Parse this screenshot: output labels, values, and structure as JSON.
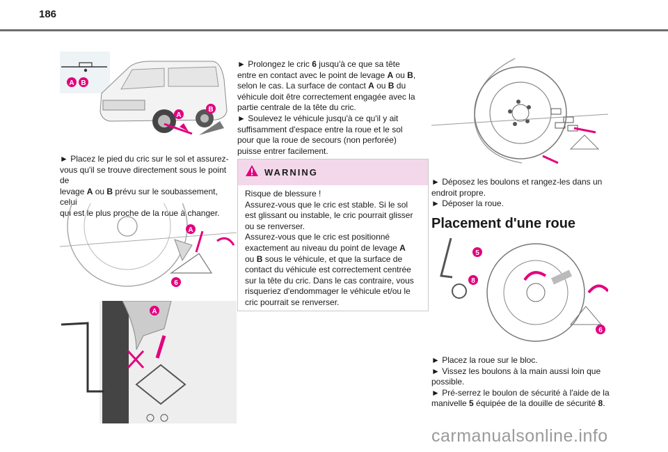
{
  "page": {
    "number": "186"
  },
  "left": {
    "para1": [
      {
        "t": "► Placez le pied du cric sur le sol et assurez-"
      },
      {
        "t": "vous qu'il se trouve directement sous le point de"
      },
      {
        "t": "levage ",
        "b1": "A",
        "m": " ou ",
        "b2": "B",
        "e": " prévu sur le soubassement, celui"
      },
      {
        "t": "qui est le plus proche de la roue à changer."
      }
    ],
    "fig1_labels": {
      "a": "A",
      "b": "B"
    },
    "fig2_labels": {
      "a": "A",
      "six": "6"
    },
    "fig3_labels": {
      "a": "A"
    }
  },
  "middle": {
    "para1": [
      {
        "t": "► Prolongez le cric ",
        "b1": "6",
        "e": " jusqu'à ce que sa tête"
      },
      {
        "t": "entre en contact avec le point de levage ",
        "b1": "A",
        "m": " ou ",
        "b2": "B",
        "e": ","
      },
      {
        "t": "selon le cas. La surface de contact ",
        "b1": "A",
        "m": " ou ",
        "b2": "B",
        "e": " du"
      },
      {
        "t": "véhicule doit être correctement engagée avec la"
      },
      {
        "t": "partie centrale de la tête du cric."
      },
      {
        "t": "► Soulevez le véhicule jusqu'à ce qu'il y ait"
      },
      {
        "t": "suffisamment d'espace entre la roue et le sol"
      },
      {
        "t": "pour que la roue de secours (non perforée)"
      },
      {
        "t": "puisse entrer facilement."
      }
    ],
    "warning": {
      "title": "WARNING",
      "lines": [
        {
          "t": "Risque de blessure !"
        },
        {
          "t": "Assurez-vous que le cric est stable. Si le sol"
        },
        {
          "t": "est glissant ou instable, le cric pourrait glisser"
        },
        {
          "t": "ou se renverser."
        },
        {
          "t": "Assurez-vous que le cric est positionné"
        },
        {
          "t": "exactement au niveau du point de levage ",
          "b1": "A"
        },
        {
          "t": "ou ",
          "b1": "B",
          "e": " sous le véhicule, et que la surface de"
        },
        {
          "t": "contact du véhicule est correctement centrée"
        },
        {
          "t": "sur la tête du cric. Dans le cas contraire, vous"
        },
        {
          "t": "risqueriez d'endommager le véhicule et/ou le"
        },
        {
          "t": "cric pourrait se renverser."
        }
      ]
    }
  },
  "right": {
    "para1": [
      {
        "t": "► Déposez les boulons et rangez-les dans un"
      },
      {
        "t": "endroit propre."
      },
      {
        "t": "► Déposer la roue."
      }
    ],
    "section_title": "Placement d'une roue",
    "fig5_labels": {
      "five": "5",
      "eight": "8",
      "six": "6"
    },
    "para2": [
      {
        "t": "► Placez la roue sur le bloc."
      },
      {
        "t": "► Vissez les boulons à la main aussi loin que"
      },
      {
        "t": "possible."
      },
      {
        "t": "► Pré-serrez le boulon de sécurité à l'aide de la"
      },
      {
        "t": "manivelle ",
        "b1": "5",
        "m": " équipée de la douille de sécurité ",
        "b2": "8",
        "e": "."
      }
    ]
  },
  "footer": {
    "watermark": "carmanualsonline.info"
  },
  "colors": {
    "accent": "#e3007e",
    "warning_bg": "#f3d8ea",
    "rule": "#6e6e6e"
  }
}
